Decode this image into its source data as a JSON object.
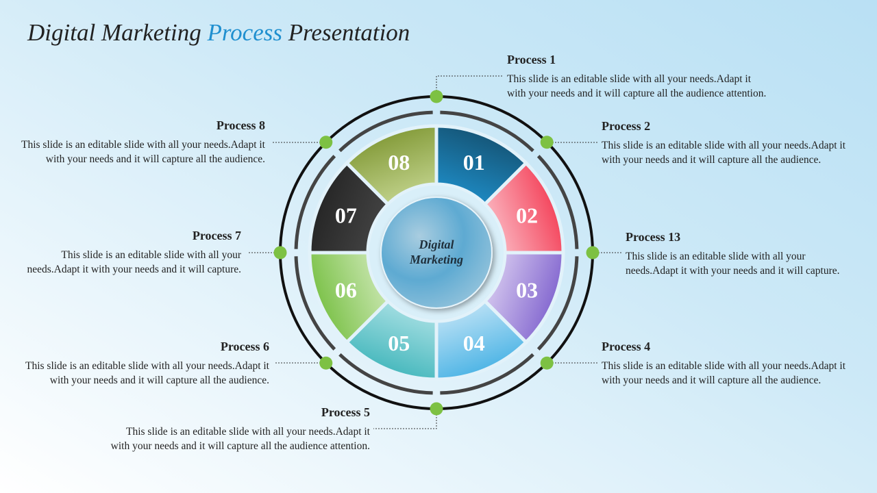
{
  "title": {
    "part1": "Digital Marketing ",
    "accent": "Process",
    "part2": " Presentation"
  },
  "center_label": {
    "line1": "Digital",
    "line2": "Marketing"
  },
  "segments": [
    {
      "label": "01",
      "color_a": "#1e8cc6",
      "color_b": "#144f6e"
    },
    {
      "label": "02",
      "color_a": "#fbb8c2",
      "color_b": "#f3364f"
    },
    {
      "label": "03",
      "color_a": "#d6c9ef",
      "color_b": "#7a5ccc"
    },
    {
      "label": "04",
      "color_a": "#bfe3f6",
      "color_b": "#3eaee3"
    },
    {
      "label": "05",
      "color_a": "#a9e0e4",
      "color_b": "#3ab3b8"
    },
    {
      "label": "06",
      "color_a": "#c9e6b0",
      "color_b": "#72bd3c"
    },
    {
      "label": "07",
      "color_a": "#444444",
      "color_b": "#222222"
    },
    {
      "label": "08",
      "color_a": "#c3d48e",
      "color_b": "#7c942f"
    }
  ],
  "dot_color": "#7dc143",
  "processes": {
    "p1": {
      "title": "Process 1",
      "line1": "This slide is an editable slide with all your needs.Adapt it",
      "line2": "with your needs and it will capture all the audience attention."
    },
    "p2": {
      "title": "Process 2",
      "line1": "This slide is an editable slide with all your needs.Adapt it",
      "line2": "with your needs and it will capture all the audience."
    },
    "p13": {
      "title": "Process 13",
      "line1": "This slide is an editable slide with all your",
      "line2": "needs.Adapt it with your needs and it will capture."
    },
    "p4": {
      "title": "Process 4",
      "line1": "This slide is an editable slide with all your needs.Adapt it",
      "line2": "with your needs and it will capture all the audience."
    },
    "p5": {
      "title": "Process 5",
      "line1": "This slide is an editable slide with all your needs.Adapt it",
      "line2": "with your needs and it will capture all the audience attention."
    },
    "p6": {
      "title": "Process 6",
      "line1": "This slide is an editable slide with all your needs.Adapt it",
      "line2": "with your needs and it will capture all the audience."
    },
    "p7": {
      "title": "Process 7",
      "line1": "This slide is an editable slide with all your",
      "line2": "needs.Adapt it with your needs and it will capture."
    },
    "p8": {
      "title": "Process 8",
      "line1": "This slide is an editable slide with all your needs.Adapt it",
      "line2": "with your needs and it will capture all the audience."
    }
  }
}
